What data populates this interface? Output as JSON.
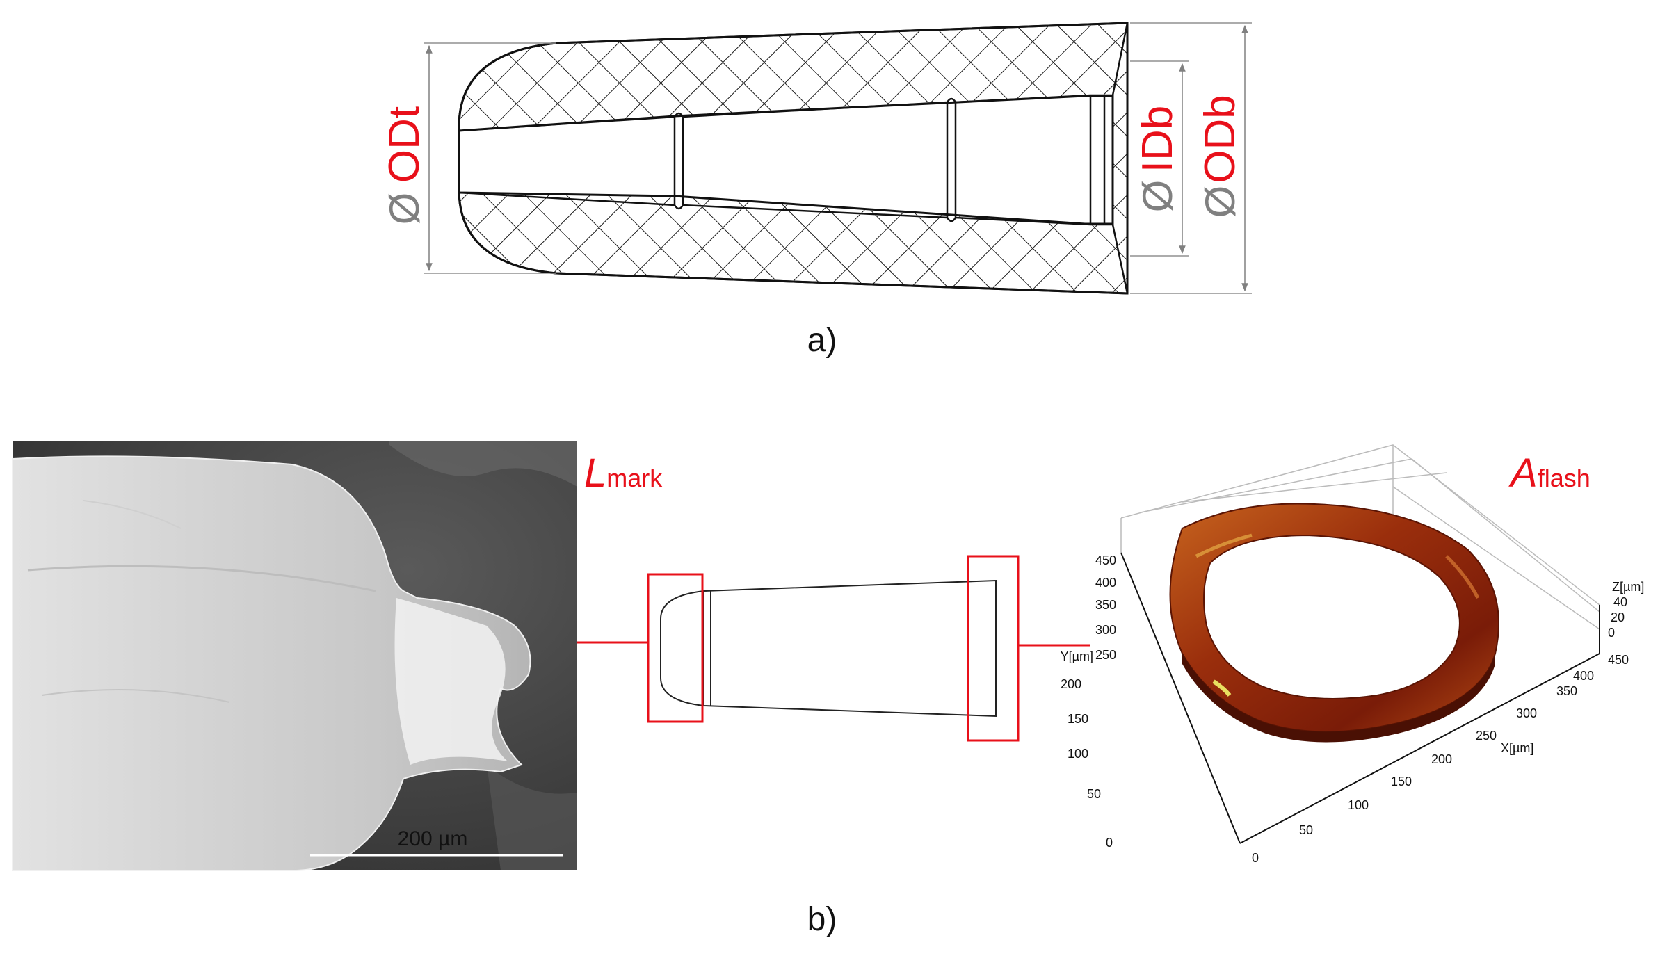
{
  "panel_a": {
    "caption": "a)",
    "dims": {
      "phi": "Ø",
      "od_tip": "ODt",
      "id_base": "IDb",
      "od_base": "ODb"
    }
  },
  "panel_b": {
    "caption": "b)",
    "sem": {
      "scale_label": "200 µm"
    },
    "l_mark": {
      "main": "L",
      "sub": "mark"
    },
    "a_flash": {
      "main": "A",
      "sub": "flash"
    },
    "plot3d": {
      "y_axis_label": "Y[µm]",
      "x_axis_label": "X[µm]",
      "z_axis_label": "Z[µm]",
      "y_ticks": [
        "0",
        "50",
        "100",
        "150",
        "200",
        "250",
        "300",
        "350",
        "400",
        "450"
      ],
      "x_ticks": [
        "0",
        "50",
        "100",
        "150",
        "200",
        "250",
        "300",
        "350",
        "400",
        "450"
      ],
      "z_ticks": [
        "0",
        "20",
        "40"
      ]
    }
  },
  "colors": {
    "accent_red": "#e8101a",
    "ring_dark": "#7a1c08",
    "ring_mid": "#c0501a",
    "ring_light": "#e8a838"
  }
}
